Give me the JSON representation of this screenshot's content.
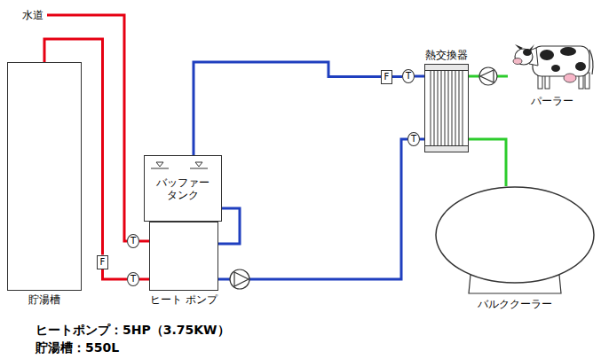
{
  "diagram": {
    "nodes": [
      {
        "text": [
          "貯湯槽"
        ]
      },
      {
        "text": [
          "バッファー タンク"
        ]
      },
      {
        "text": [
          "ヒート ポンプ"
        ]
      },
      {
        "text": [
          "熱交換器"
        ]
      },
      {
        "text": [
          "パーラー"
        ]
      },
      {
        "text": [
          "バルククーラー"
        ]
      },
      {
        "text": [
          "T"
        ]
      },
      {
        "text": [
          "F"
        ]
      },
      {
        "text": [
          "T"
        ]
      },
      {
        "text": [
          "F"
        ]
      },
      {
        "text": [
          "T"
        ]
      },
      {
        "text": [
          "T"
        ]
      }
    ],
    "edges": [
      {
        "from": 0,
        "to": 7,
        "arrow": "none"
      },
      {
        "from": 7,
        "to": 8,
        "arrow": "none"
      },
      {
        "from": 8,
        "to": 2,
        "arrow": "none"
      },
      {
        "from": 6,
        "to": 2,
        "arrow": "none"
      },
      {
        "from": 2,
        "to": 11,
        "arrow": "none"
      },
      {
        "from": 11,
        "to": 3,
        "arrow": "none"
      },
      {
        "from": 1,
        "to": 9,
        "arrow": "none"
      },
      {
        "from": 9,
        "to": 10,
        "arrow": "none"
      },
      {
        "from": 10,
        "to": 3,
        "arrow": "none"
      },
      {
        "from": 3,
        "to": 5,
        "arrow": "none"
      },
      {
        "from": 4,
        "to": 3,
        "arrow": "none"
      },
      {
        "from": 1,
        "to": 2,
        "arrow": "none"
      }
    ],
    "labels": [
      "水道",
      "ヒートポンプ：5HP（3.75KW）",
      "貯湯槽：550L"
    ]
  }
}
